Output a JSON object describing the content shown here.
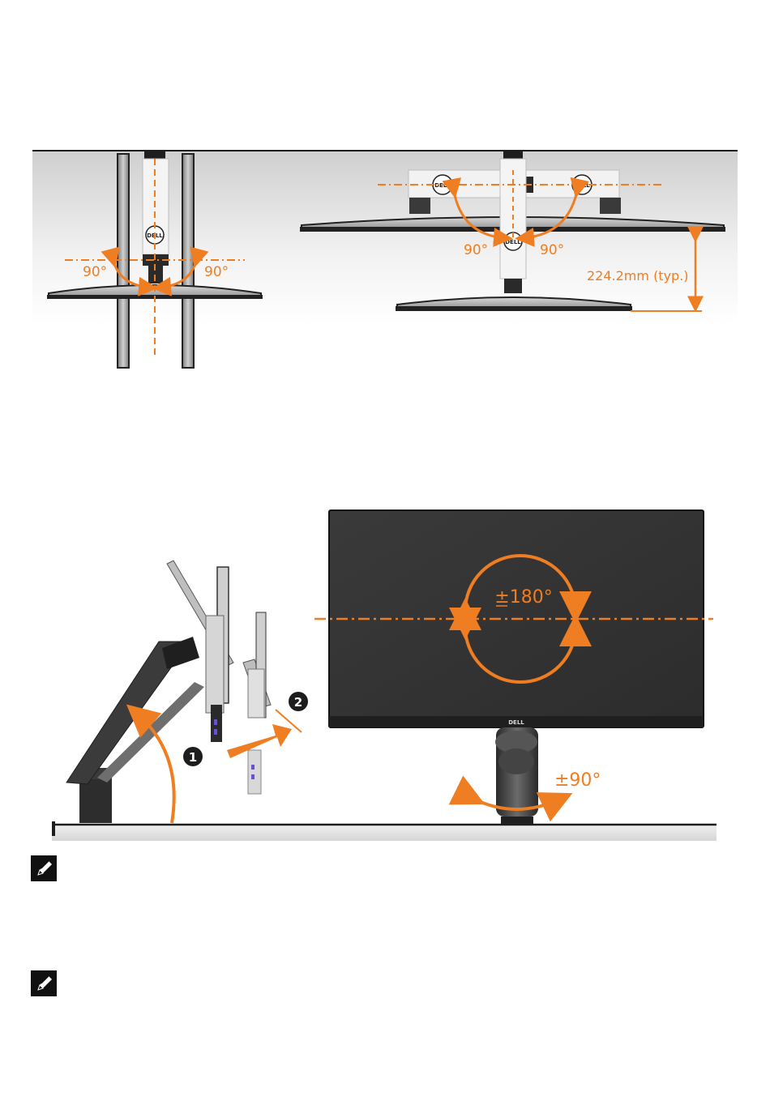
{
  "swivel_top": {
    "left_angle_left": "90°",
    "left_angle_right": "90°",
    "right_angle_left": "90°",
    "right_angle_right": "90°",
    "height_label": "224.2mm (typ.)",
    "logo_text": "DELL"
  },
  "rotation": {
    "tilt_step_1": "1",
    "tilt_step_2": "2",
    "pivot_angle": "±180°",
    "swivel_angle": "±90°",
    "logo_text": "DELL"
  },
  "notes": [
    {
      "icon": "note-pencil-icon",
      "text": ""
    },
    {
      "icon": "note-pencil-icon",
      "text": ""
    }
  ],
  "colors": {
    "accent_orange": "#ef7d22",
    "monitor_dark": "#2b2b2b",
    "panel_bg": "#dcdcdc"
  }
}
